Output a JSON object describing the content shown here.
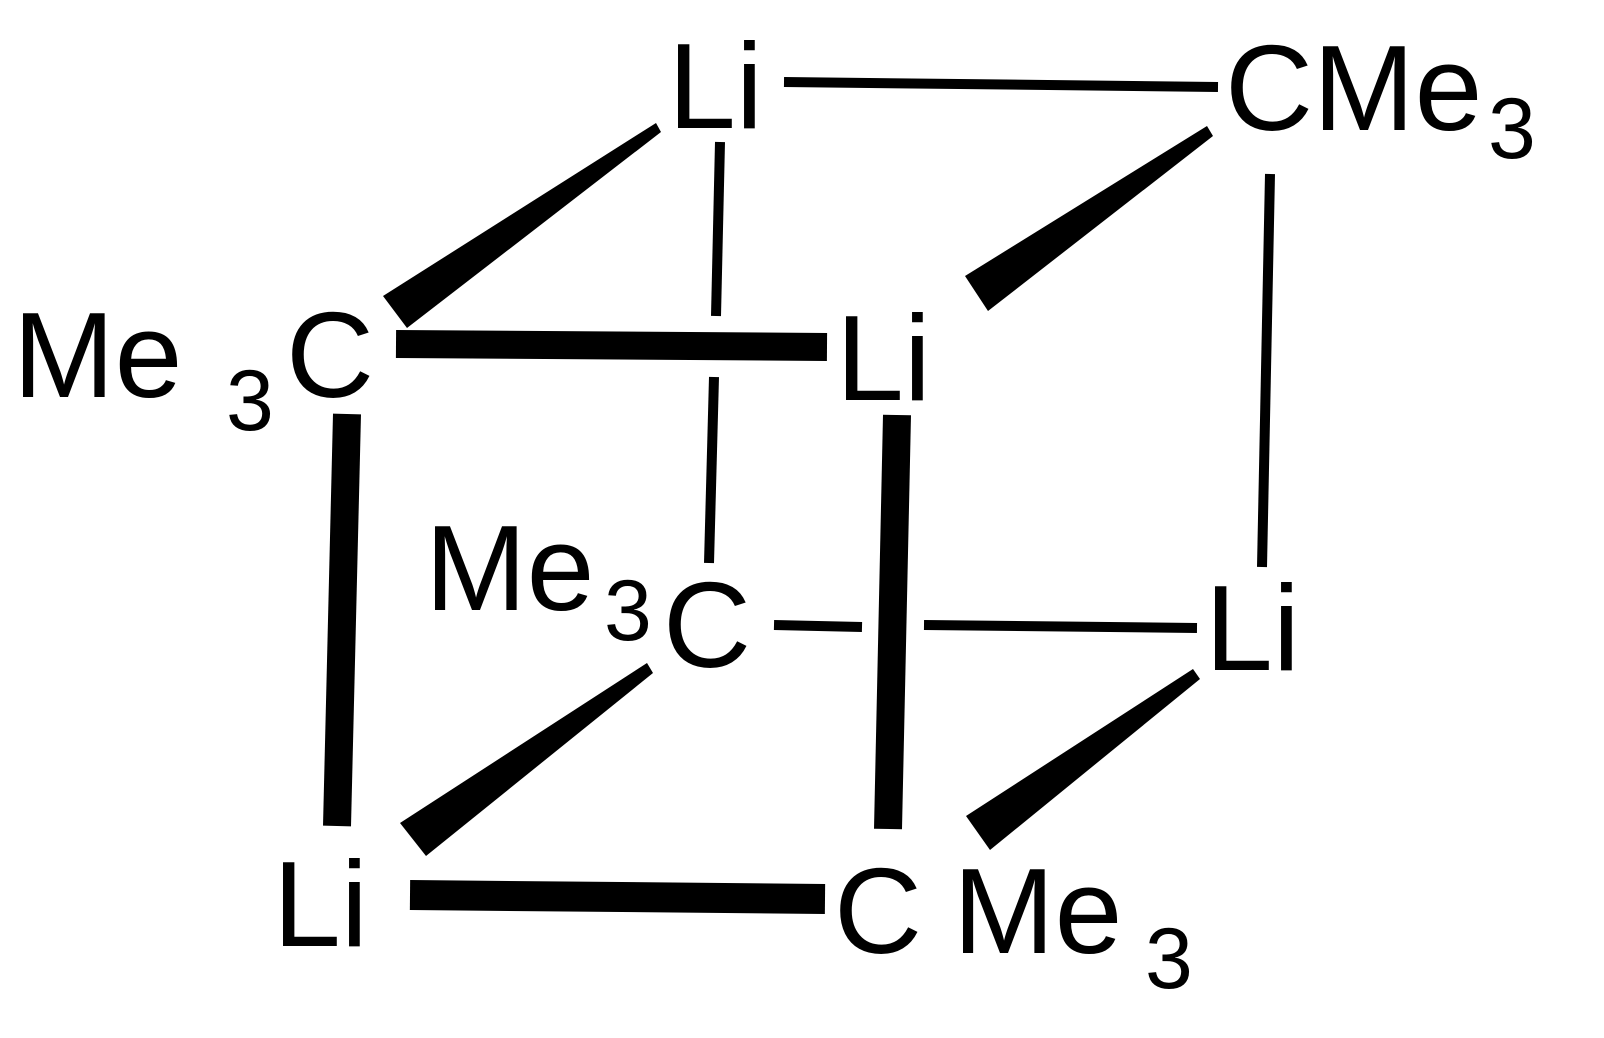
{
  "diagram": {
    "atoms": {
      "li_top": "Li",
      "cme3_top_right": {
        "c": "C",
        "me": "Me",
        "sub": "3"
      },
      "me3c_left": {
        "me": "Me",
        "sub": "3",
        "c": "C"
      },
      "li_mid": "Li",
      "me3c_center": {
        "me": "Me",
        "sub": "3",
        "c": "C"
      },
      "li_right": "Li",
      "li_bottom_left": "Li",
      "cme3_bottom": {
        "c": "C",
        "me": "Me",
        "sub": "3"
      }
    },
    "bond_color": "#000000"
  }
}
